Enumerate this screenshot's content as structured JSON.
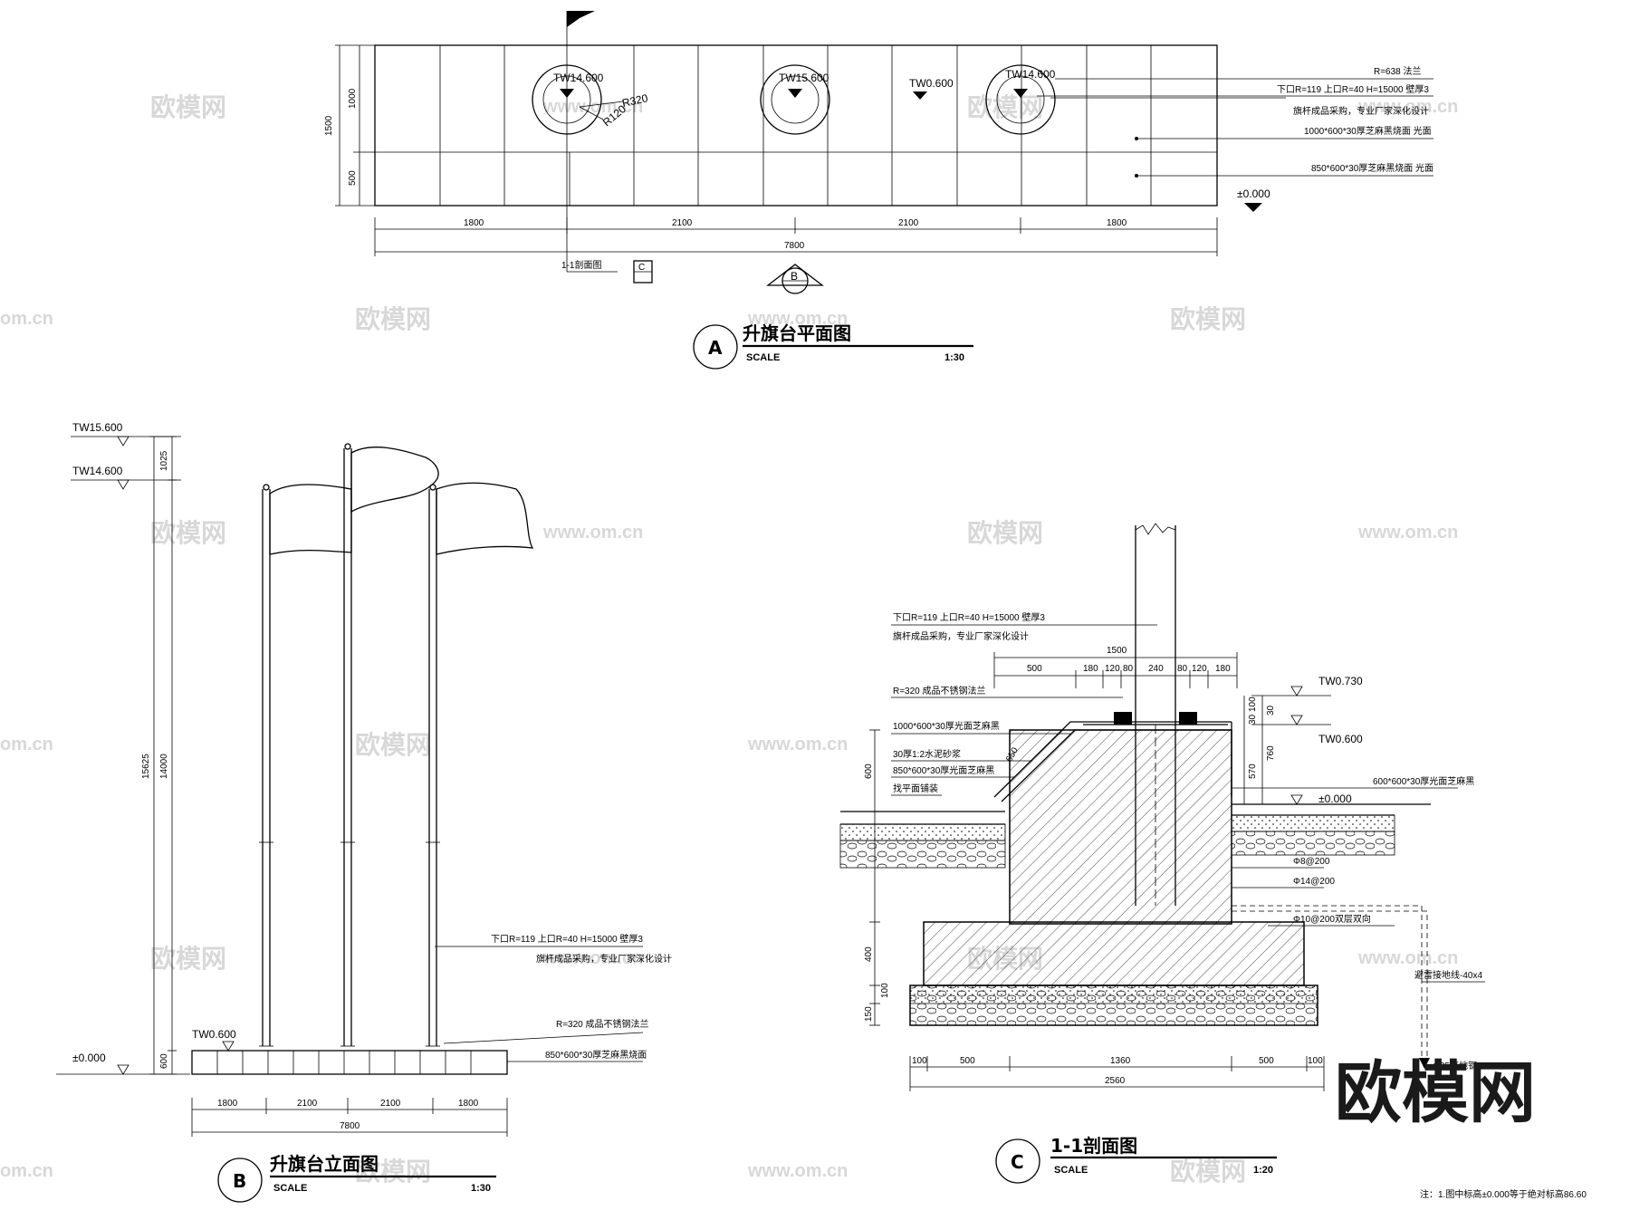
{
  "plan": {
    "title": "升旗台平面图",
    "marker": "A",
    "scale_label": "SCALE",
    "scale": "1:30",
    "levels": [
      "TW14.600",
      "TW15.600",
      "TW0.600",
      "TW14.600",
      "±0.000"
    ],
    "dims_v": [
      "1500",
      "1000",
      "500"
    ],
    "dims_h": [
      "1800",
      "2100",
      "2100",
      "1800"
    ],
    "total": "7800",
    "radius_a": "R320",
    "radius_b": "R120",
    "notes": [
      "R=638 法兰",
      "下口R=119 上口R=40 H=15000 壁厚3",
      "旗杆成品采购，专业厂家深化设计",
      "1000*600*30厚芝麻黑烧面 光面",
      "850*600*30厚芝麻黑烧面 光面"
    ],
    "section_ref": "1-1剖面图",
    "section_ref_id": "C",
    "elev_ref": "B"
  },
  "elevation": {
    "title": "升旗台立面图",
    "marker": "B",
    "scale_label": "SCALE",
    "scale": "1:30",
    "levels": [
      "TW15.600",
      "TW14.600",
      "TW0.600",
      "±0.000"
    ],
    "dims_v": [
      "1025",
      "15625",
      "14000",
      "600"
    ],
    "dims_h": [
      "1800",
      "2100",
      "2100",
      "1800"
    ],
    "total": "7800",
    "notes": [
      "下口R=119 上口R=40 H=15000 壁厚3",
      "旗杆成品采购，专业厂家深化设计",
      "R=320 成品不锈钢法兰",
      "850*600*30厚芝麻黑烧面"
    ]
  },
  "section": {
    "title": "1-1剖面图",
    "marker": "C",
    "scale_label": "SCALE",
    "scale": "1:20",
    "top_dims": [
      "1500",
      "500",
      "180",
      "120",
      "80",
      "240",
      "80",
      "120",
      "180"
    ],
    "bottom_dims": [
      "100",
      "500",
      "1360",
      "500",
      "100"
    ],
    "bottom_total": "2560",
    "left_dims": [
      "600",
      "400",
      "100",
      "150"
    ],
    "right_dims": [
      "30",
      "100",
      "30",
      "570",
      "760"
    ],
    "levels": [
      "TW0.730",
      "TW0.600",
      "±0.000"
    ],
    "left_notes": [
      "下口R=119 上口R=40 H=15000 壁厚3",
      "旗杆成品采购，专业厂家深化设计",
      "R=320 成品不锈钢法兰",
      "1000*600*30厚光面芝麻黑",
      "30厚1:2水泥砂浆",
      "850*600*30厚光面芝麻黑",
      "找平面铺装"
    ],
    "diag_dim": "650",
    "right_notes": [
      "600*600*30厚光面芝麻黑",
      "Φ8@200",
      "Φ14@200",
      "Φ10@200双层双向",
      "避雷接地线-40x4",
      "Φ25接地钢"
    ],
    "footnote": "注：1.图中标高±0.000等于绝对标高86.60"
  },
  "watermark": {
    "cn": "欧模网",
    "url": "www.om.cn",
    "url_short": "om.cn",
    "big": "欧模网"
  }
}
